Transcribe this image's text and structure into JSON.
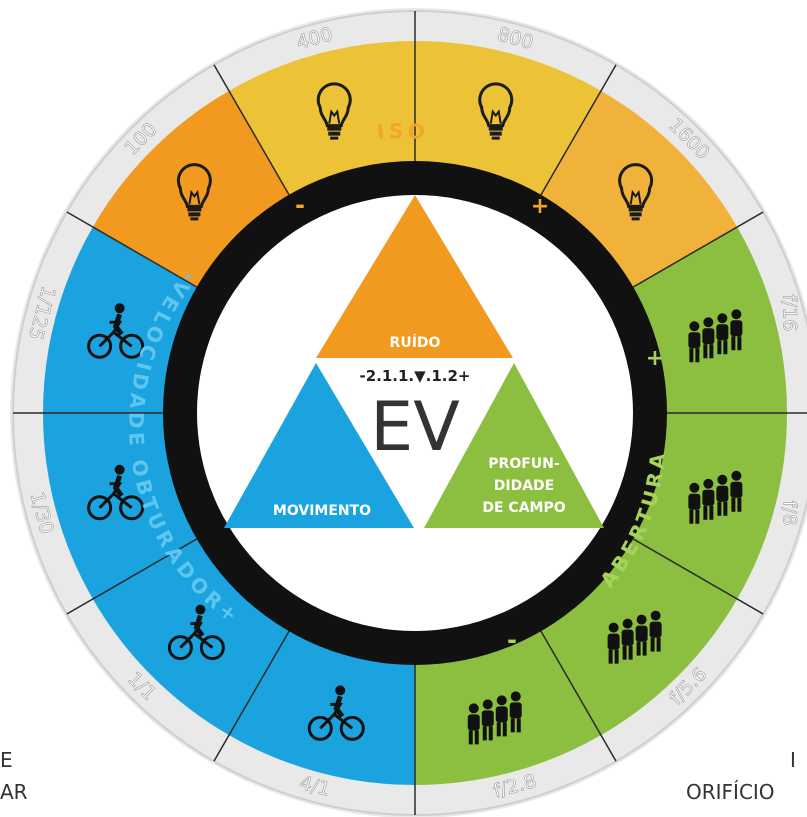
{
  "center": {
    "label": "EV",
    "scale": "-2.1.1.▼.1.2+"
  },
  "triangles": {
    "top": {
      "label": "RUÍDO",
      "color": "#f29a1f"
    },
    "left": {
      "label": "MOVIMENTO",
      "color": "#1aa3de"
    },
    "right": {
      "lines": [
        "PROFUN-",
        "DIDADE",
        "DE CAMPO"
      ],
      "color": "#8cbf3f"
    }
  },
  "ring_labels": {
    "iso": "ISO",
    "shutter": "-VELOCIDADE OBTURADOR+",
    "aperture": "ABERTURA",
    "iso_minus": "-",
    "iso_plus": "+",
    "aperture_plus": "+",
    "aperture_minus": "-"
  },
  "outer_labels": {
    "iso_values": [
      "100",
      "400",
      "800",
      "1600"
    ],
    "aperture_values": [
      "f/16",
      "f/8",
      "f/5.6",
      "f/2.8"
    ],
    "shutter_values": [
      "4/1",
      "1/1",
      "1/30",
      "1/125"
    ]
  },
  "segment_icons": {
    "iso": "lightbulb-icon",
    "aperture": "people-group-icon",
    "shutter": "cyclist-icon"
  },
  "colors": {
    "iso_dark": "#f29a1f",
    "iso_mid": "#ecc236",
    "iso_light": "#f0b23a",
    "blue": "#1aa3de",
    "green": "#8cbf3f",
    "ring": "#111111",
    "outer_ring": "#e6e6e6"
  },
  "fragments": {
    "left_1": "E",
    "left_2": "AR",
    "right_1": "I",
    "right_2": "ORIFÍCIO"
  }
}
